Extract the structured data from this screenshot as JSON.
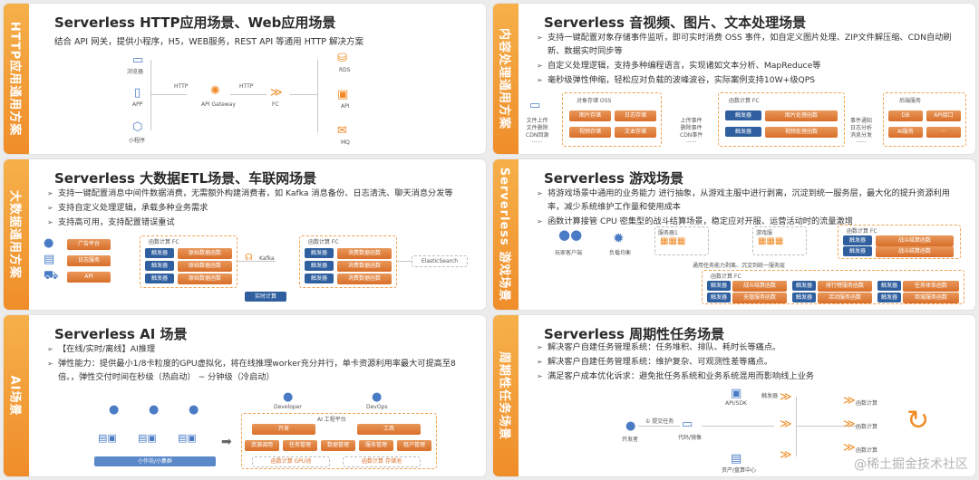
{
  "panels": {
    "http": {
      "tab": "HTTP应用通用方案",
      "title": "Serverless HTTP应用场景、Web应用场景",
      "subtitle": "结合 API 网关，提供小程序，H5，WEB服务，REST API 等通用 HTTP 解决方案",
      "diagram": {
        "clients": [
          "浏览器",
          "APP",
          "小程序"
        ],
        "gateway": "API Gateway",
        "http1": "HTTP",
        "http2": "HTTP",
        "fc": "FC",
        "targets": [
          "RDS",
          "API",
          "MQ"
        ]
      }
    },
    "media": {
      "tab": "内容处理通用方案",
      "title": "Serverless 音视频、图片、文本处理场景",
      "bullets": [
        "支持一键配置对象存储事件监听，即可实时消费 OSS 事件，如自定义图片处理、ZIP文件解压缩、CDN自动刷新、数据实时同步等",
        "自定义处理逻辑，支持多种编程语言，实现诸如文本分析、MapReduce等",
        "毫秒级弹性伸缩，轻松应对负载的波峰波谷，实际案例支持10W+级QPS"
      ],
      "diagram": {
        "left_text": "文件上传\n文件删除\nCDN回源\n······",
        "oss_title": "对象存储 OSS",
        "oss_items": [
          "图片存储",
          "日志存储",
          "视频存储",
          "文本存储"
        ],
        "mid_text": "上传事件\n删除事件\nCDN事件\n······",
        "fc_title": "函数计算 FC",
        "fc_items": [
          "触发器",
          "图片处理函数",
          "触发器",
          "视频处理函数"
        ],
        "right_text": "事件通知\n日志分析\n消息分发\n······",
        "backend_title": "后端服务",
        "backend_items": [
          "DB",
          "API接口",
          "AI服务",
          "···"
        ]
      }
    },
    "etl": {
      "tab": "大数据通用方案",
      "title": "Serverless 大数据ETL场景、车联网场景",
      "bullets": [
        "支持一键配置消息中间件数据消费，无需额外构建消费者，如 Kafka 消息备份、日志清洗、聊天消息分发等",
        "支持自定义处理逻辑，承载多种业务需求",
        "支持高可用，支持配置错误重试"
      ],
      "diagram": {
        "sources": [
          "广告平台",
          "日志服务",
          "API"
        ],
        "fc1_title": "函数计算 FC",
        "fc1_items": [
          "触发器",
          "原始数据函数",
          "触发器",
          "原始数据函数",
          "触发器",
          "原始数据函数"
        ],
        "kafka": "Kafka",
        "realtime": "实时计算",
        "fc2_title": "函数计算 FC",
        "fc2_items": [
          "触发器",
          "消费数据函数",
          "触发器",
          "消费数据函数",
          "触发器",
          "消费数据函数"
        ],
        "es": "ElasticSearch"
      }
    },
    "game": {
      "tab": "Serverless 游戏场景",
      "title": "Serverless 游戏场景",
      "bullets": [
        "将游戏场景中通用的业务能力 进行抽象，从游戏主服中进行剥离，沉淀到统一服务层，最大化的提升资源利用率，减少系统维护工作量和使用成本",
        "函数计算接管 CPU 密集型的战斗结算场景，稳定应对开服、运营活动时的流量激增"
      ],
      "diagram": {
        "players": "玩家客户端",
        "lb": "负载均衡",
        "server1": "服务器1",
        "server2": "游戏服",
        "fc_title": "函数计算 FC",
        "fc_items": [
          "触发器",
          "战斗结算函数",
          "触发器",
          "战斗结算函数"
        ],
        "note": "通用任务能力剥离、沉淀到统一服务层",
        "fc2_title": "函数计算 FC",
        "fc2_items": [
          "触发器",
          "战斗结算函数",
          "触发器",
          "排行榜服务函数",
          "触发器",
          "任务体系函数",
          "触发器",
          "充值服务函数",
          "触发器",
          "活动服务函数",
          "触发器",
          "商城服务函数"
        ]
      }
    },
    "ai": {
      "tab": "AI场景",
      "title": "Serverless AI 场景",
      "bullets": [
        "【在线/实时/离线】AI推理",
        "弹性能力：提供最小1/8卡粒度的GPU虚拟化，将在线推理worker充分并行，单卡资源利用率最大可提高至8倍。，弹性交付时间在秒级（热启动） ~ 分钟级（冷启动）"
      ],
      "diagram": {
        "cluster": "小作坊/小集群",
        "developer": "Developer",
        "devops": "DevOps",
        "platform": "AI 工程平台",
        "row1": [
          "开发",
          "工具"
        ],
        "row2": [
          "资源调用",
          "任务管理",
          "数据管理",
          "服务管理",
          "租户管理"
        ],
        "row3": [
          "函数计算 GPU池",
          "函数计算 存储池"
        ]
      }
    },
    "cron": {
      "tab": "周期性任务场景",
      "title": "Serverless 周期性任务场景",
      "bullets": [
        "解决客户自建任务管理系统：任务堆积、排队、耗时长等痛点。",
        "解决客户自建任务管理系统：维护复杂、可观测性差等痛点。",
        "满足客户成本优化诉求：避免批任务系统和业务系统混用而影响线上业务"
      ],
      "diagram": {
        "developer": "开发者",
        "submit": "① 提交任务",
        "proxy": "代码/镜像",
        "api": "API/SDK",
        "trigger": "触发器",
        "fc": [
          "函数计算",
          "函数计算",
          "函数计算"
        ],
        "account": "资产/盘算中心"
      }
    }
  },
  "watermark": "@稀土掘金技术社区"
}
